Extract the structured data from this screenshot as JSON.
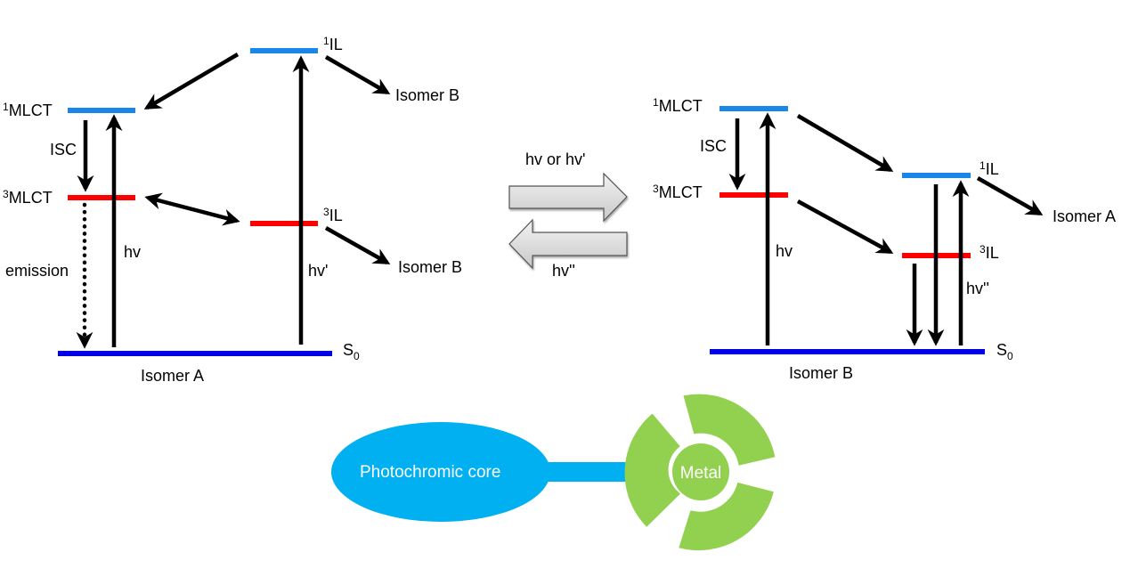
{
  "colors": {
    "singlet": "#1a86e8",
    "triplet": "#ff0000",
    "ground": "#0000e6",
    "arrow": "#000000",
    "core": "#00b0f0",
    "metal": "#92d050",
    "process_arrow_fill": "#d9d9d9"
  },
  "left_diagram": {
    "states": {
      "s1_mlct": {
        "sup": "1",
        "name": "MLCT"
      },
      "t1_mlct": {
        "sup": "3",
        "name": "MLCT"
      },
      "s1_il": {
        "sup": "1",
        "name": "IL"
      },
      "t1_il": {
        "sup": "3",
        "name": "IL"
      },
      "ground": {
        "name": "S",
        "sub": "0"
      }
    },
    "isomer_label": "Isomer A",
    "isc_label": "ISC",
    "emission_label": "emission",
    "hv_label": "hv",
    "hv_prime_label": "hv'",
    "product_from_1il": "Isomer B",
    "product_from_3il": "Isomer B"
  },
  "center": {
    "forward_label": "hv or hv'",
    "reverse_label": "hv''"
  },
  "right_diagram": {
    "states": {
      "s1_mlct": {
        "sup": "1",
        "name": "MLCT"
      },
      "t1_mlct": {
        "sup": "3",
        "name": "MLCT"
      },
      "s1_il": {
        "sup": "1",
        "name": "IL"
      },
      "t1_il": {
        "sup": "3",
        "name": "IL"
      },
      "ground": {
        "name": "S",
        "sub": "0"
      }
    },
    "isomer_label": "Isomer B",
    "isc_label": "ISC",
    "hv_label": "hv",
    "hv_double_prime_label": "hv''",
    "product_from_1il": "Isomer A"
  },
  "schematic": {
    "core_label": "Photochromic core",
    "metal_label": "Metal"
  }
}
